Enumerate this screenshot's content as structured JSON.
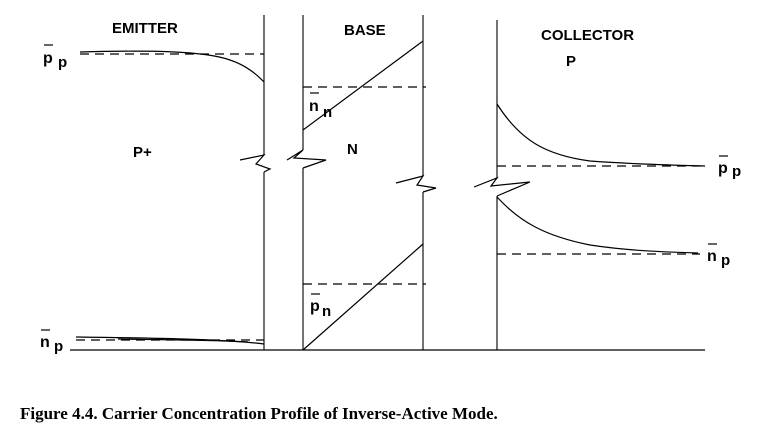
{
  "regions": {
    "emitter": "EMITTER",
    "base": "BASE",
    "collector": "COLLECTOR",
    "emitter_doping": "P+",
    "base_doping": "N",
    "collector_doping": "P"
  },
  "carriers": {
    "emitter_majority": {
      "symbol": "p",
      "subscript": "p"
    },
    "emitter_minority": {
      "symbol": "n",
      "subscript": "p"
    },
    "base_majority": {
      "symbol": "n",
      "subscript": "n"
    },
    "base_minority": {
      "symbol": "p",
      "subscript": "n"
    },
    "collector_majority": {
      "symbol": "p",
      "subscript": "p"
    },
    "collector_minority": {
      "symbol": "n",
      "subscript": "p"
    }
  },
  "caption": "Figure 4.4. Carrier Concentration Profile of Inverse-Active Mode."
}
